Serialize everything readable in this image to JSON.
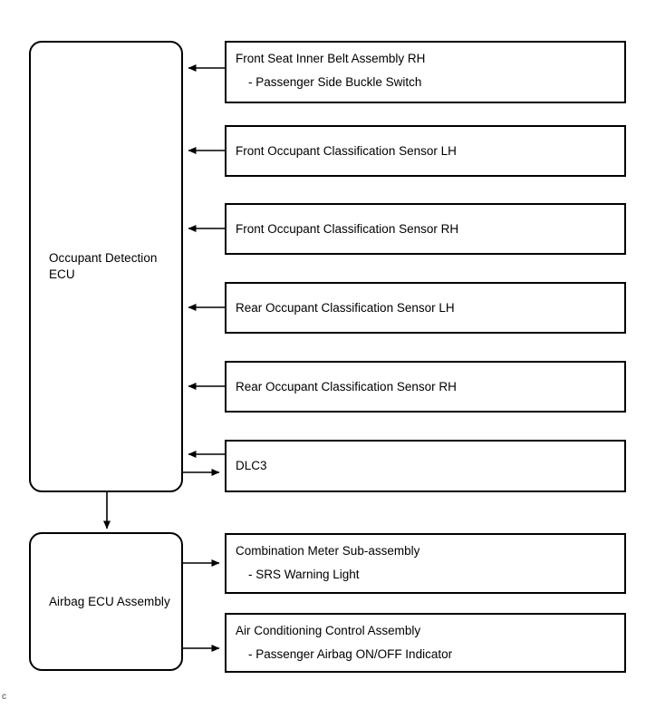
{
  "diagram": {
    "type": "block-diagram",
    "corner_mark": "c",
    "nodes": {
      "occupant_detection_ecu": {
        "label": "Occupant Detection\nECU",
        "shape": "rounded-rectangle"
      },
      "airbag_ecu": {
        "label": "Airbag ECU Assembly",
        "shape": "rounded-rectangle"
      },
      "front_seat_inner_belt_rh": {
        "title": "Front Seat Inner Belt Assembly RH",
        "sub": "- Passenger Side Buckle Switch"
      },
      "front_occupant_sensor_lh": {
        "title": "Front Occupant Classification Sensor LH"
      },
      "front_occupant_sensor_rh": {
        "title": "Front Occupant Classification Sensor RH"
      },
      "rear_occupant_sensor_lh": {
        "title": "Rear Occupant Classification Sensor LH"
      },
      "rear_occupant_sensor_rh": {
        "title": "Rear Occupant Classification Sensor RH"
      },
      "dlc3": {
        "title": "DLC3"
      },
      "combination_meter": {
        "title": "Combination Meter Sub-assembly",
        "sub": "- SRS Warning Light"
      },
      "air_conditioning_control": {
        "title": "Air Conditioning Control Assembly",
        "sub": "- Passenger Airbag ON/OFF Indicator"
      }
    },
    "edges": [
      {
        "from": "front_seat_inner_belt_rh",
        "to": "occupant_detection_ecu",
        "direction": "left"
      },
      {
        "from": "front_occupant_sensor_lh",
        "to": "occupant_detection_ecu",
        "direction": "left"
      },
      {
        "from": "front_occupant_sensor_rh",
        "to": "occupant_detection_ecu",
        "direction": "left"
      },
      {
        "from": "rear_occupant_sensor_lh",
        "to": "occupant_detection_ecu",
        "direction": "left"
      },
      {
        "from": "rear_occupant_sensor_rh",
        "to": "occupant_detection_ecu",
        "direction": "left"
      },
      {
        "from": "dlc3",
        "to": "occupant_detection_ecu",
        "direction": "left"
      },
      {
        "from": "occupant_detection_ecu",
        "to": "dlc3",
        "direction": "right"
      },
      {
        "from": "occupant_detection_ecu",
        "to": "airbag_ecu",
        "direction": "down"
      },
      {
        "from": "airbag_ecu",
        "to": "combination_meter",
        "direction": "right"
      },
      {
        "from": "airbag_ecu",
        "to": "air_conditioning_control",
        "direction": "right"
      }
    ],
    "colors": {
      "background": "#ffffff",
      "stroke": "#000000",
      "text": "#000000"
    }
  }
}
